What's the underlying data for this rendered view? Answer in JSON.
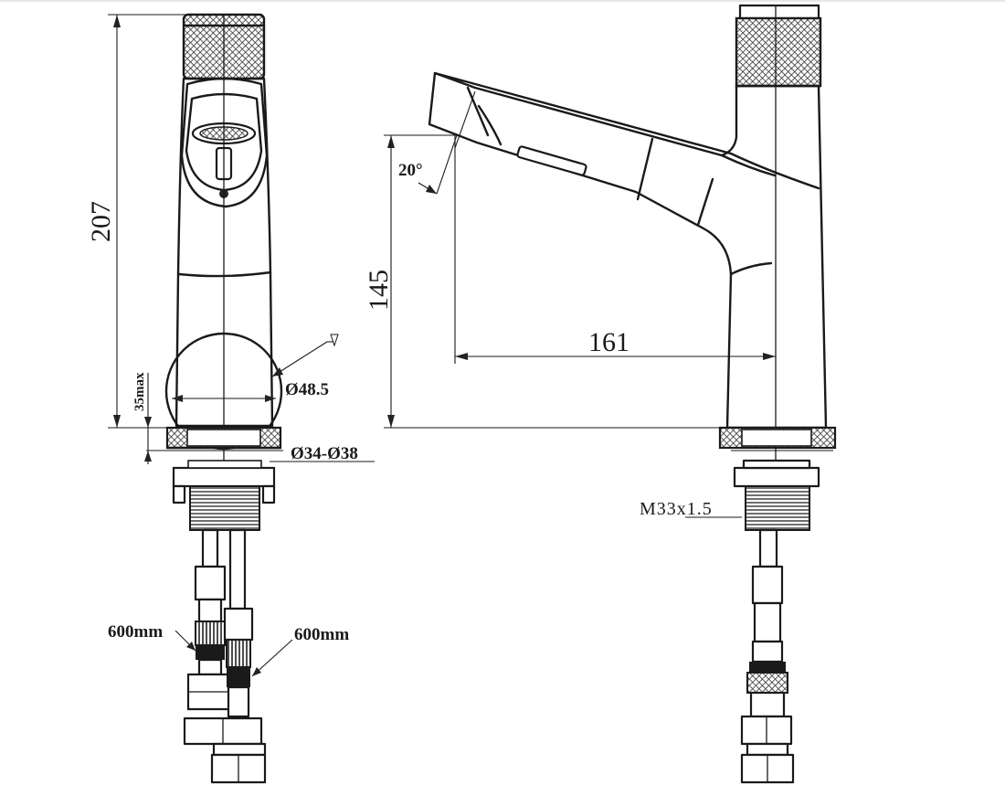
{
  "colors": {
    "line": "#1a1a1a",
    "background": "#ffffff"
  },
  "dimensions": {
    "total_height": "207",
    "deck_max": "35max",
    "body_dia": "Ø48.5",
    "hole_dia": "Ø34-Ø38",
    "spout_height": "145",
    "spout_reach": "161",
    "angle": "20°",
    "thread": "M33x1.5",
    "hose_left": "600mm",
    "hose_right": "600mm"
  }
}
